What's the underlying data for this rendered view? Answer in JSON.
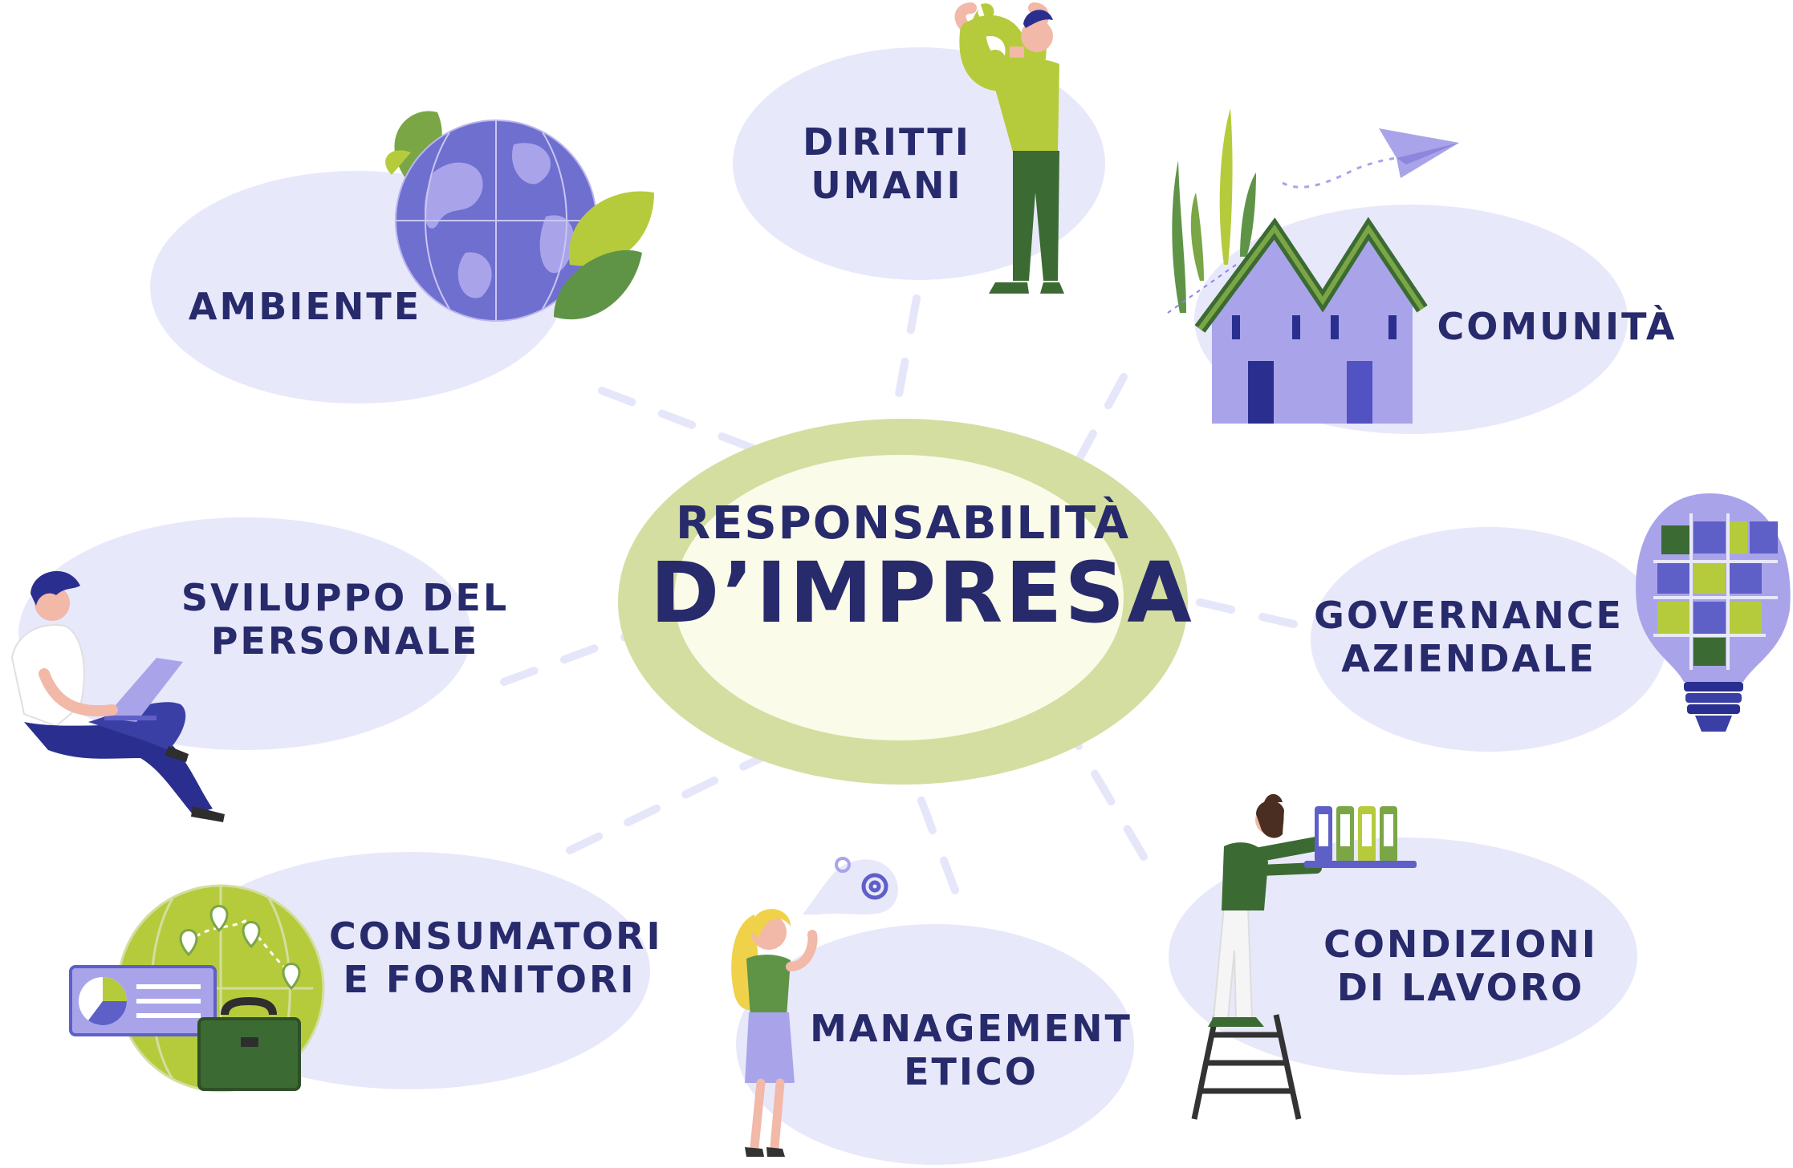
{
  "center": {
    "line1": "RESPONSABILITÀ",
    "line2": "D’IMPRESA"
  },
  "topics": [
    {
      "id": "ambiente",
      "lines": [
        "AMBIENTE"
      ],
      "icon": "globe-icon"
    },
    {
      "id": "diritti-umani",
      "lines": [
        "DIRITTI",
        "UMANI"
      ],
      "icon": "person-flexing-icon"
    },
    {
      "id": "comunita",
      "lines": [
        "COMUNITÀ"
      ],
      "icon": "houses-icon"
    },
    {
      "id": "governance",
      "lines": [
        "GOVERNANCE",
        "AZIENDALE"
      ],
      "icon": "lightbulb-puzzle-icon"
    },
    {
      "id": "condizioni",
      "lines": [
        "CONDIZIONI",
        "DI LAVORO"
      ],
      "icon": "person-ladder-binders-icon"
    },
    {
      "id": "management",
      "lines": [
        "MANAGEMENT",
        "ETICO"
      ],
      "icon": "woman-gears-icon"
    },
    {
      "id": "consumatori",
      "lines": [
        "CONSUMATORI",
        "E FORNITORI"
      ],
      "icon": "briefcase-map-icon"
    },
    {
      "id": "sviluppo",
      "lines": [
        "SVILUPPO DEL",
        "PERSONALE"
      ],
      "icon": "person-laptop-icon"
    }
  ],
  "colors": {
    "bubble": "#e8e8fb",
    "text": "#272a6b",
    "accent_green": "#b6cb3c",
    "center_ring": "#d3dea0",
    "center_fill": "#fbfbe9",
    "purple": "#9f98e0",
    "navy": "#2a2f8f",
    "dark_green": "#3c6a33"
  }
}
